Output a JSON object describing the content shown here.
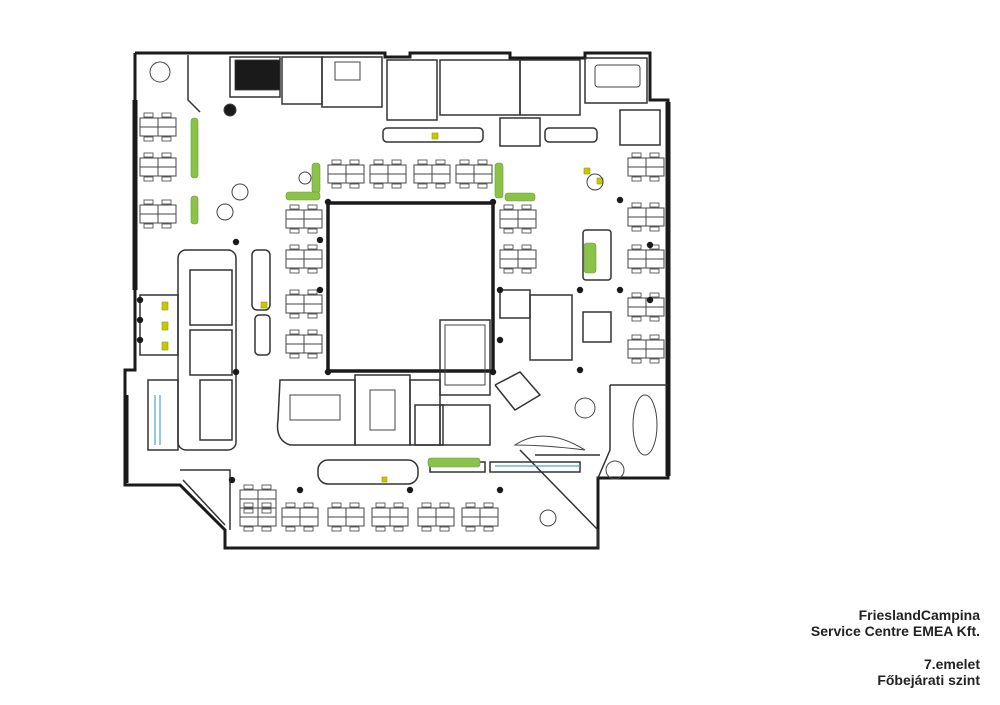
{
  "company": {
    "name": "FrieslandCampina",
    "entity": "Service Centre EMEA Kft."
  },
  "floor": {
    "level": "7.emelet",
    "description": "Főbejárati szint"
  },
  "colors": {
    "wall": "#1a1a1a",
    "line": "#333333",
    "plant": "#8bc34a",
    "accent_yellow": "#c8c800",
    "glass": "#4aa3df"
  }
}
